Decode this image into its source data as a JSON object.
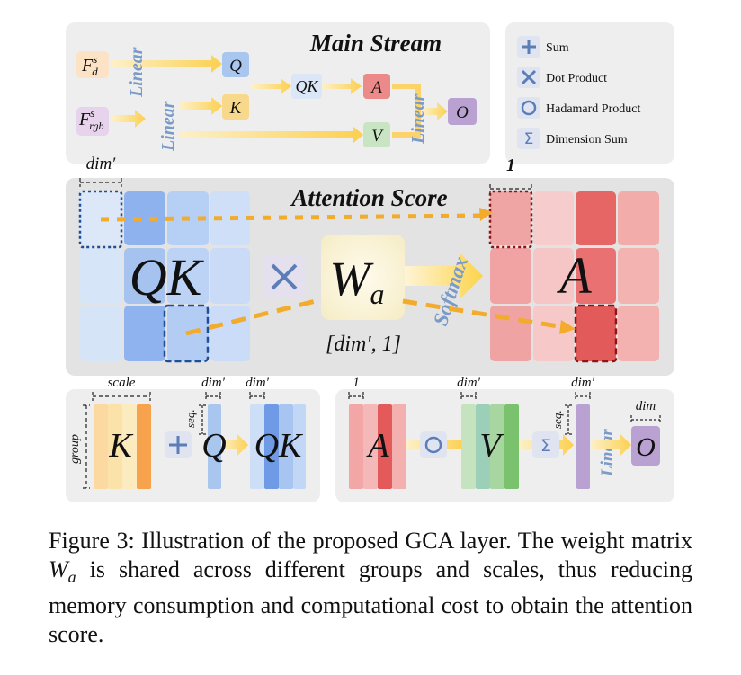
{
  "main_stream": {
    "title": "Main Stream",
    "fd_base": "F",
    "fd_sup": "s",
    "fd_sub": "d",
    "frgb_base": "F",
    "frgb_sup": "s",
    "frgb_sub": "rgb",
    "linear_label": "Linear",
    "q_label": "Q",
    "k_label": "K",
    "qk_label": "QK",
    "a_label": "A",
    "v_label": "V",
    "o_label": "O"
  },
  "legend": {
    "sum": "Sum",
    "dot": "Dot Product",
    "hadamard": "Hadamard Product",
    "dimsum": "Dimension Sum"
  },
  "attention": {
    "title": "Attention Score",
    "dim_label": "dim′",
    "one_label": "1",
    "qk_text": "QK",
    "wa_base": "W",
    "wa_sub": "a",
    "wa_shape": "[dim′, 1]",
    "softmax": "Softmax",
    "a_text": "A"
  },
  "bottom_left": {
    "scale": "scale",
    "dim1": "dim′",
    "dim2": "dim′",
    "group": "group",
    "seq": "seq.",
    "k": "K",
    "q": "Q",
    "qk": "QK"
  },
  "bottom_right": {
    "one": "1",
    "dim1": "dim′",
    "dim2": "dim′",
    "dim": "dim",
    "seq": "seq.",
    "a": "A",
    "v": "V",
    "linear": "Linear",
    "o": "O"
  },
  "caption": {
    "prefix": "Figure 3: Illustration of the proposed GCA layer. The weight matrix ",
    "math_base": "W",
    "math_sub": "a",
    "suffix": " is shared across different groups and scales, thus reducing memory consumption and computational cost to obtain the attention score."
  },
  "colors": {
    "panel": "#eeeeee",
    "arrow": "#fcd36a",
    "q_box": "#a9c6ee",
    "k_box": "#f8d98c",
    "a_box": "#ec8a8a",
    "v_box": "#c9e4c2",
    "o_box": "#b9a2d2",
    "label_blue": "#7a9ac8"
  }
}
